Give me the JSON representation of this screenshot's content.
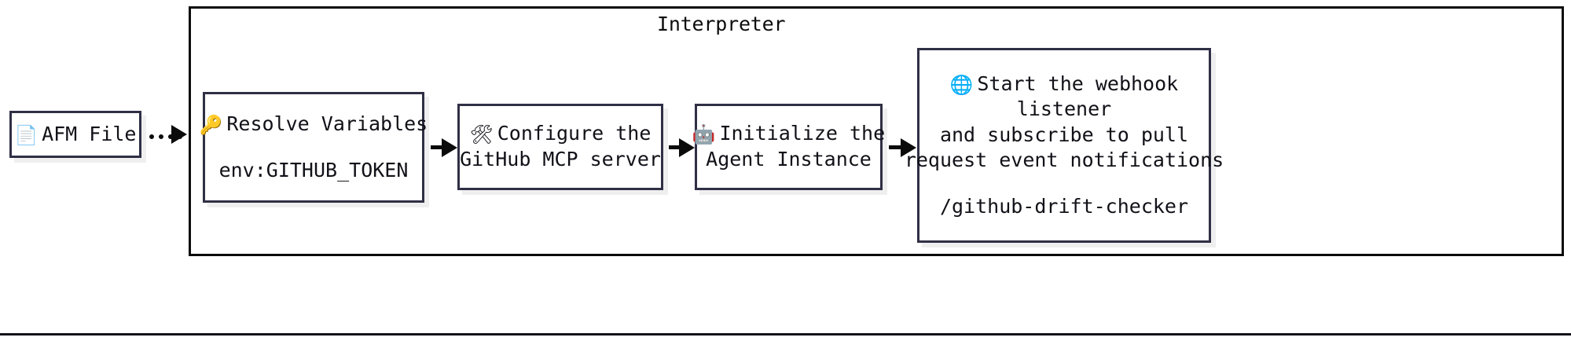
{
  "diagram": {
    "type": "flowchart-left-to-right",
    "subgraph": {
      "label": "Interpreter"
    },
    "nodes": [
      {
        "id": "afm-file",
        "icon": "document-icon",
        "icon_glyph": "📄",
        "lines": [
          "AFM File"
        ]
      },
      {
        "id": "resolve-variables",
        "icon": "key-icon",
        "icon_glyph": "🔑",
        "lines": [
          "Resolve Variables",
          "",
          "env:GITHUB_TOKEN"
        ]
      },
      {
        "id": "configure-github-mcp",
        "icon": "tools-icon",
        "icon_glyph": "🛠",
        "lines": [
          "Configure the",
          "GitHub MCP server"
        ]
      },
      {
        "id": "initialize-agent",
        "icon": "robot-icon",
        "icon_glyph": "🤖",
        "lines": [
          "Initialize the",
          "Agent Instance"
        ]
      },
      {
        "id": "start-webhook-listener",
        "icon": "globe-icon",
        "icon_glyph": "🌐",
        "lines": [
          "Start the webhook",
          "listener",
          "and subscribe to pull",
          "request event notifications",
          "",
          "/github-drift-checker"
        ]
      }
    ],
    "edges": [
      {
        "id": "edge-afm-to-interpreter",
        "style": "dotted"
      },
      {
        "id": "edge-resolve-to-configure",
        "style": "solid"
      },
      {
        "id": "edge-configure-to-initialize",
        "style": "solid"
      },
      {
        "id": "edge-initialize-to-webhook",
        "style": "solid"
      }
    ],
    "colors": {
      "node_border": "#2f2f45",
      "node_fill": "#ffffff",
      "node_shadow": "#efeff0",
      "subgraph_border": "#0b0b0b",
      "edge": "#0b0b0b",
      "text": "#111118",
      "background": "#ffffff"
    }
  }
}
